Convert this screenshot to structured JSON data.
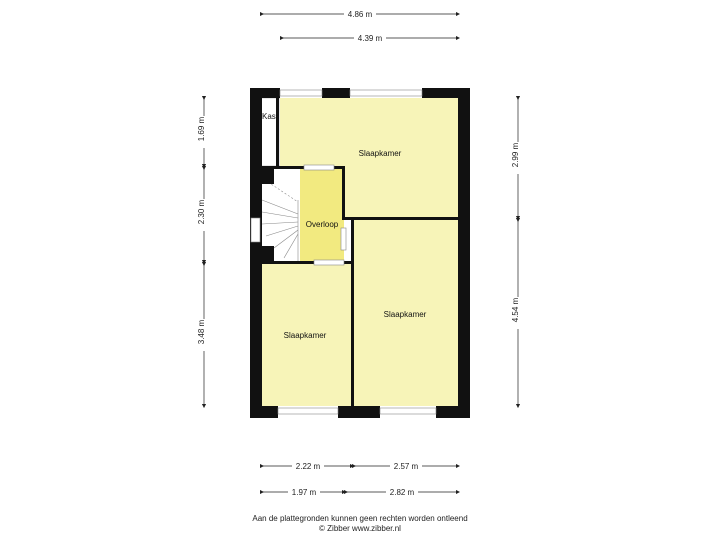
{
  "rooms": {
    "kast": "Kast",
    "slaapkamer_top": "Slaapkamer",
    "overloop": "Overloop",
    "slaapkamer_right": "Slaapkamer",
    "slaapkamer_left": "Slaapkamer"
  },
  "dimensions": {
    "top_outer": "4.86 m",
    "top_inner": "4.39 m",
    "bottom_left_1": "2.22 m",
    "bottom_right_1": "2.57 m",
    "bottom_left_2": "1.97 m",
    "bottom_right_2": "2.82 m",
    "left_top": "1.69 m",
    "left_mid": "2.30 m",
    "left_bottom": "3.48 m",
    "right_top": "2.99 m",
    "right_bottom": "4.54 m"
  },
  "footer": {
    "line1": "Aan de plattegronden kunnen geen rechten worden ontleend",
    "line2": "© Zibber www.zibber.nl"
  },
  "colors": {
    "room_fill": "#f7f4b8",
    "overloop_fill": "#f2ea80",
    "wall": "#111111"
  }
}
